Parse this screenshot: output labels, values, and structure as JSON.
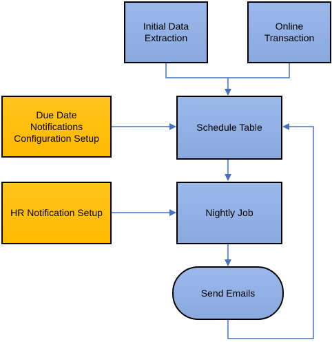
{
  "diagram": {
    "nodes": {
      "initial_data_extraction": "Initial Data\nExtraction",
      "online_transaction": "Online\nTransaction",
      "due_date_notifications": "Due Date\nNotifications\nConfiguration Setup",
      "schedule_table": "Schedule Table",
      "hr_notification_setup": "HR Notification Setup",
      "nightly_job": "Nightly Job",
      "send_emails": "Send Emails"
    },
    "colors": {
      "process_fill": "#8eaee3",
      "setup_fill": "#ffbf0f",
      "border": "#000000",
      "connector": "#4472c4"
    }
  }
}
